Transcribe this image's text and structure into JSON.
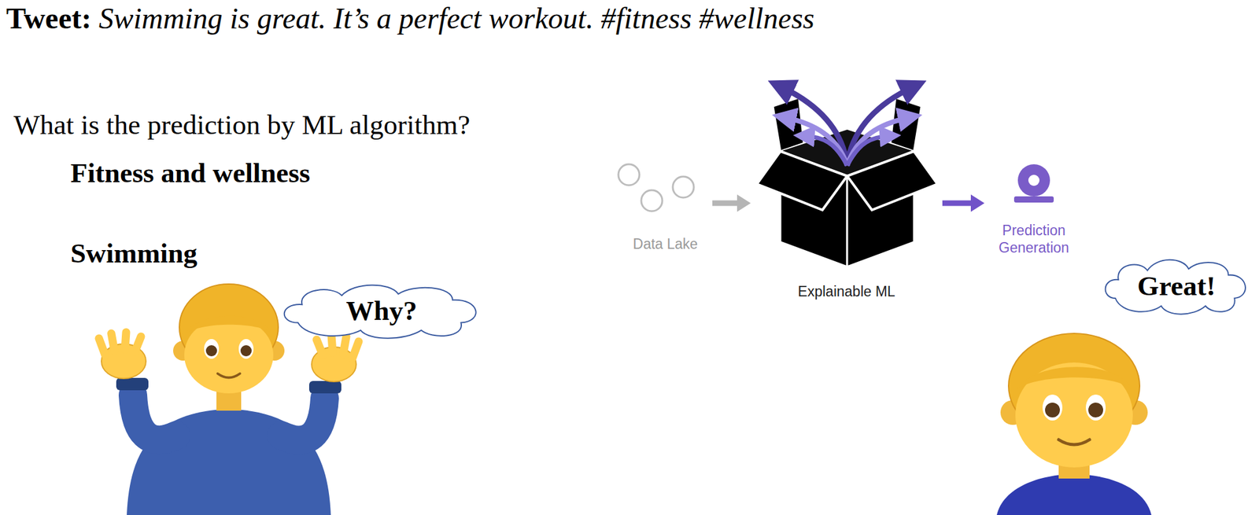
{
  "diagram": {
    "nodes": [
      {
        "text": [
          "Data Lake"
        ]
      },
      {
        "text": [
          "Explainable ML"
        ]
      },
      {
        "text": [
          "Prediction Generation"
        ]
      },
      {
        "text": [
          "Why?"
        ]
      },
      {
        "text": [
          "Great!"
        ]
      }
    ],
    "edges": [
      {
        "from": 0,
        "to": 1,
        "arrow": "to"
      },
      {
        "from": 1,
        "to": 2,
        "arrow": "to"
      }
    ],
    "labels": [
      "Tweet:",
      "Swimming is great. It’s a perfect workout. #fitness #wellness",
      "What is the prediction by ML algorithm?",
      "Fitness and wellness",
      "Swimming"
    ]
  }
}
